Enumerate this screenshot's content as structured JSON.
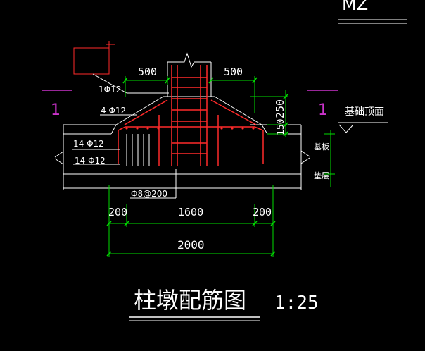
{
  "colors": {
    "background": "#000000",
    "rebar": "#ff2a2a",
    "outline": "#ffffff",
    "dimension": "#00dd00",
    "section_mark": "#cc33cc",
    "text": "#ffffff"
  },
  "sheet_code": "MZ",
  "section_mark": "1",
  "labels": {
    "top_bar": "1Φ12",
    "slope_bar": "4 Φ12",
    "bar_row_1": "14 Φ12",
    "bar_row_2": "14 Φ12",
    "stirrup": "Φ8@200",
    "foundation_top": "基础顶面",
    "beam": "基板",
    "slab": "垫层"
  },
  "dimensions": {
    "left_top": "500",
    "right_top": "500",
    "height_upper": "250",
    "height_lower": "150",
    "left_edge": "200",
    "middle": "1600",
    "right_edge": "200",
    "overall": "2000"
  },
  "title": {
    "main": "柱墩配筋图",
    "scale": "1:25"
  }
}
